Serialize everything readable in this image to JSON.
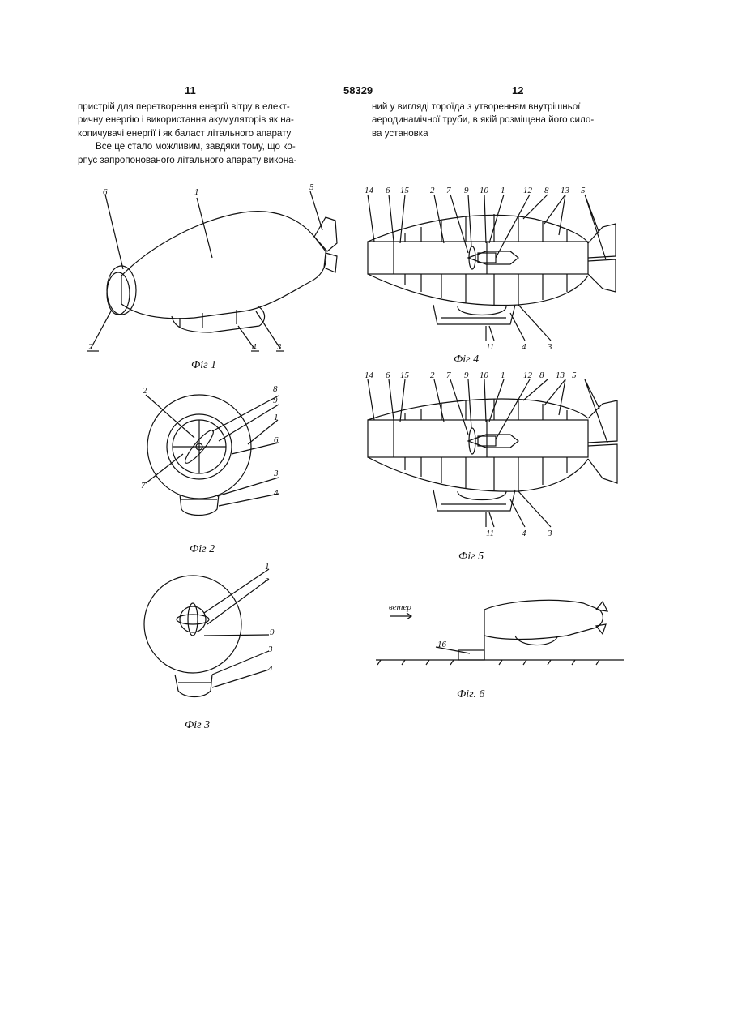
{
  "header": {
    "left_page": "11",
    "patent_number": "58329",
    "right_page": "12"
  },
  "text": {
    "left_col": [
      "пристрій для перетворення енергії вітру в елект-",
      "ричну енергію і використання акумуляторів як на-",
      "копичувачі енергії і як баласт літального апарату",
      "Все це стало можливим, завдяки тому, що ко-",
      "рпус запропонованого літального апарату викона-"
    ],
    "right_col": [
      "ний у вигляді тороїда з утворенням внутрішньої",
      "аеродинамічної труби, в якій розміщена його сило-",
      "ва установка"
    ]
  },
  "figures": {
    "fig1": {
      "caption": "Фіг 1",
      "labels": [
        "6",
        "1",
        "5",
        "2",
        "4",
        "3"
      ]
    },
    "fig2": {
      "caption": "Фіг 2",
      "labels": [
        "2",
        "8",
        "9",
        "1",
        "6",
        "7",
        "3",
        "4"
      ]
    },
    "fig3": {
      "caption": "Фіг 3",
      "labels": [
        "1",
        "5",
        "9",
        "3",
        "4"
      ]
    },
    "fig4": {
      "caption": "Фіг 4",
      "labels": [
        "14",
        "6",
        "15",
        "2",
        "7",
        "9",
        "10",
        "1",
        "12",
        "8",
        "13",
        "5",
        "11",
        "4",
        "3"
      ]
    },
    "fig5": {
      "caption": "Фіг 5",
      "labels": [
        "14",
        "6",
        "15",
        "2",
        "7",
        "9",
        "10",
        "1",
        "12",
        "8",
        "13",
        "5",
        "11",
        "4",
        "3"
      ]
    },
    "fig6": {
      "caption": "Фіг. 6",
      "wind_label": "ветер",
      "labels": [
        "16"
      ]
    }
  }
}
